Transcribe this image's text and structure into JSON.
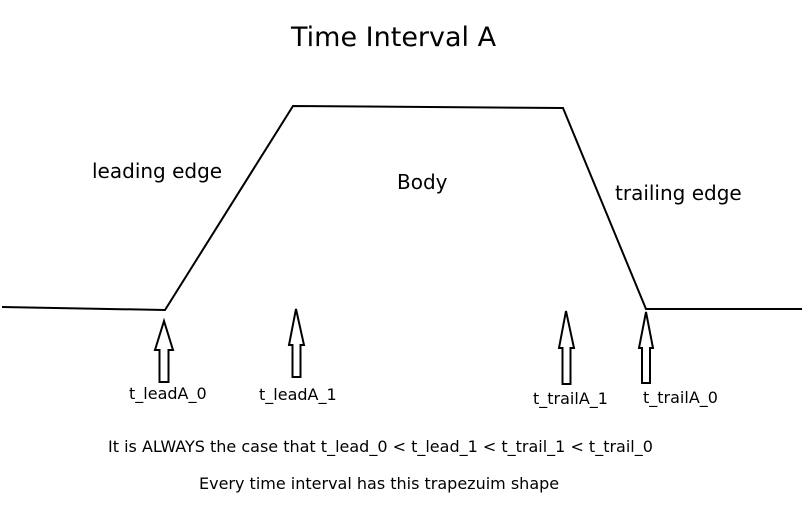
{
  "title": "Time Interval A",
  "regions": {
    "leading_edge": "leading edge",
    "body": "Body",
    "trailing_edge": "trailing edge"
  },
  "markers": {
    "t_leadA_0": "t_leadA_0",
    "t_leadA_1": "t_leadA_1",
    "t_trailA_1": "t_trailA_1",
    "t_trailA_0": "t_trailA_0"
  },
  "notes": {
    "ordering": "It is ALWAYS the case that t_lead_0 < t_lead_1 < t_trail_1 < t_trail_0",
    "shape": "Every time interval has this trapezuim shape"
  },
  "colors": {
    "stroke": "#000000",
    "background": "#ffffff"
  }
}
